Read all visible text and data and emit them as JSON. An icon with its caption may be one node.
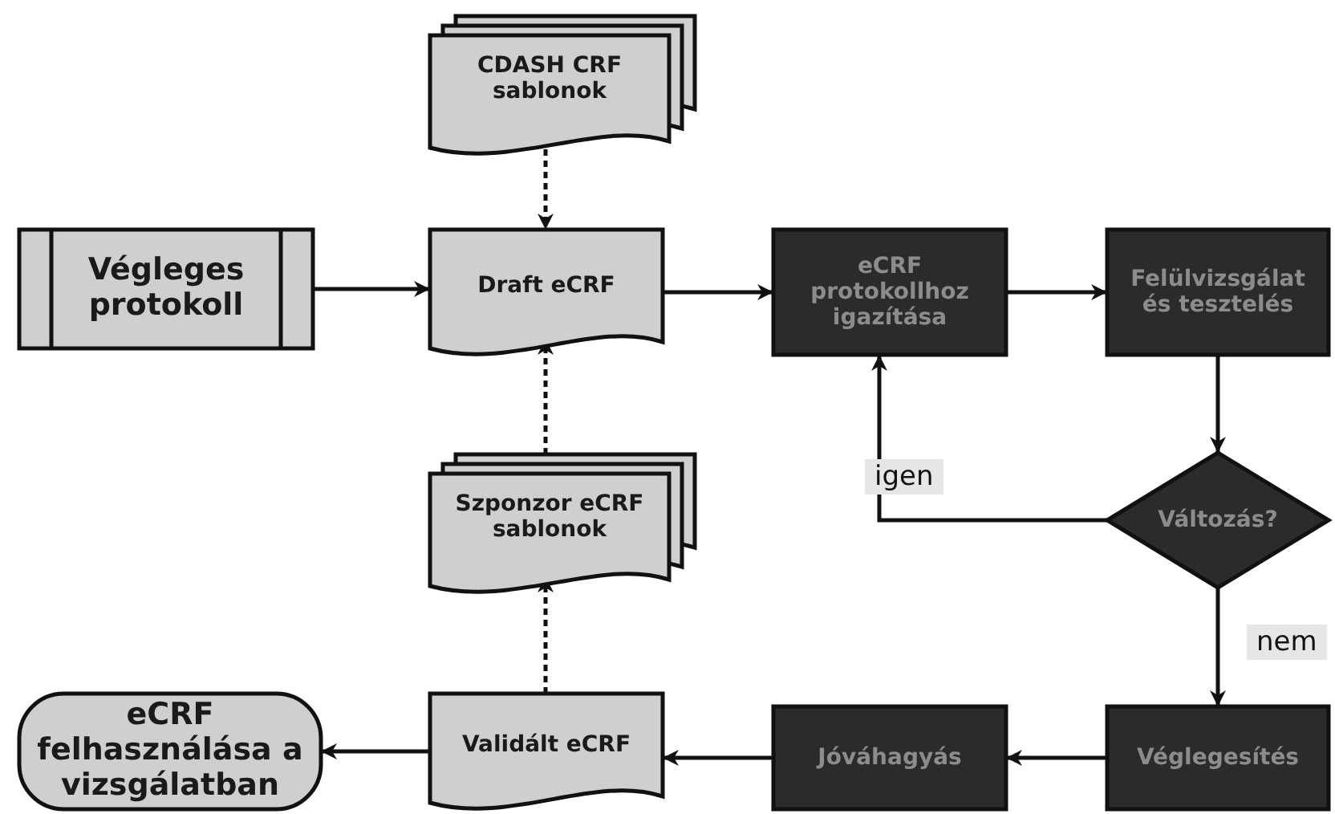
{
  "diagram": {
    "nodes": [
      {
        "text": [
          "Végleges protokoll"
        ]
      },
      {
        "text": [
          "CDASH CRF sablonok"
        ]
      },
      {
        "text": [
          "Draft eCRF"
        ]
      },
      {
        "text": [
          "eCRF protokollhoz igazítása"
        ]
      },
      {
        "text": [
          "Felülvizsgálat és tesztelés"
        ]
      },
      {
        "text": [
          "Változás?"
        ]
      },
      {
        "text": [
          "Szponzor eCRF sablonok"
        ]
      },
      {
        "text": [
          "Validált eCRF"
        ]
      },
      {
        "text": [
          "Jóváhagyás"
        ]
      },
      {
        "text": [
          "Véglegesítés"
        ]
      },
      {
        "text": [
          "eCRF felhasználása a vizsgálatban"
        ]
      }
    ],
    "edges": [
      {
        "from": 0,
        "to": 2,
        "arrow": "to"
      },
      {
        "from": 1,
        "to": 2,
        "arrow": "to",
        "style": "dashed"
      },
      {
        "from": 2,
        "to": 3,
        "arrow": "to"
      },
      {
        "from": 3,
        "to": 4,
        "arrow": "to"
      },
      {
        "from": 4,
        "to": 5,
        "arrow": "to"
      },
      {
        "from": 5,
        "to": 3,
        "arrow": "to",
        "label": "igen"
      },
      {
        "from": 5,
        "to": 9,
        "arrow": "to",
        "label": "nem"
      },
      {
        "from": 9,
        "to": 8,
        "arrow": "to"
      },
      {
        "from": 8,
        "to": 7,
        "arrow": "to"
      },
      {
        "from": 7,
        "to": 6,
        "arrow": "to",
        "style": "dashed"
      },
      {
        "from": 6,
        "to": 2,
        "arrow": "to",
        "style": "dashed"
      },
      {
        "from": 7,
        "to": 10,
        "arrow": "to"
      }
    ]
  }
}
